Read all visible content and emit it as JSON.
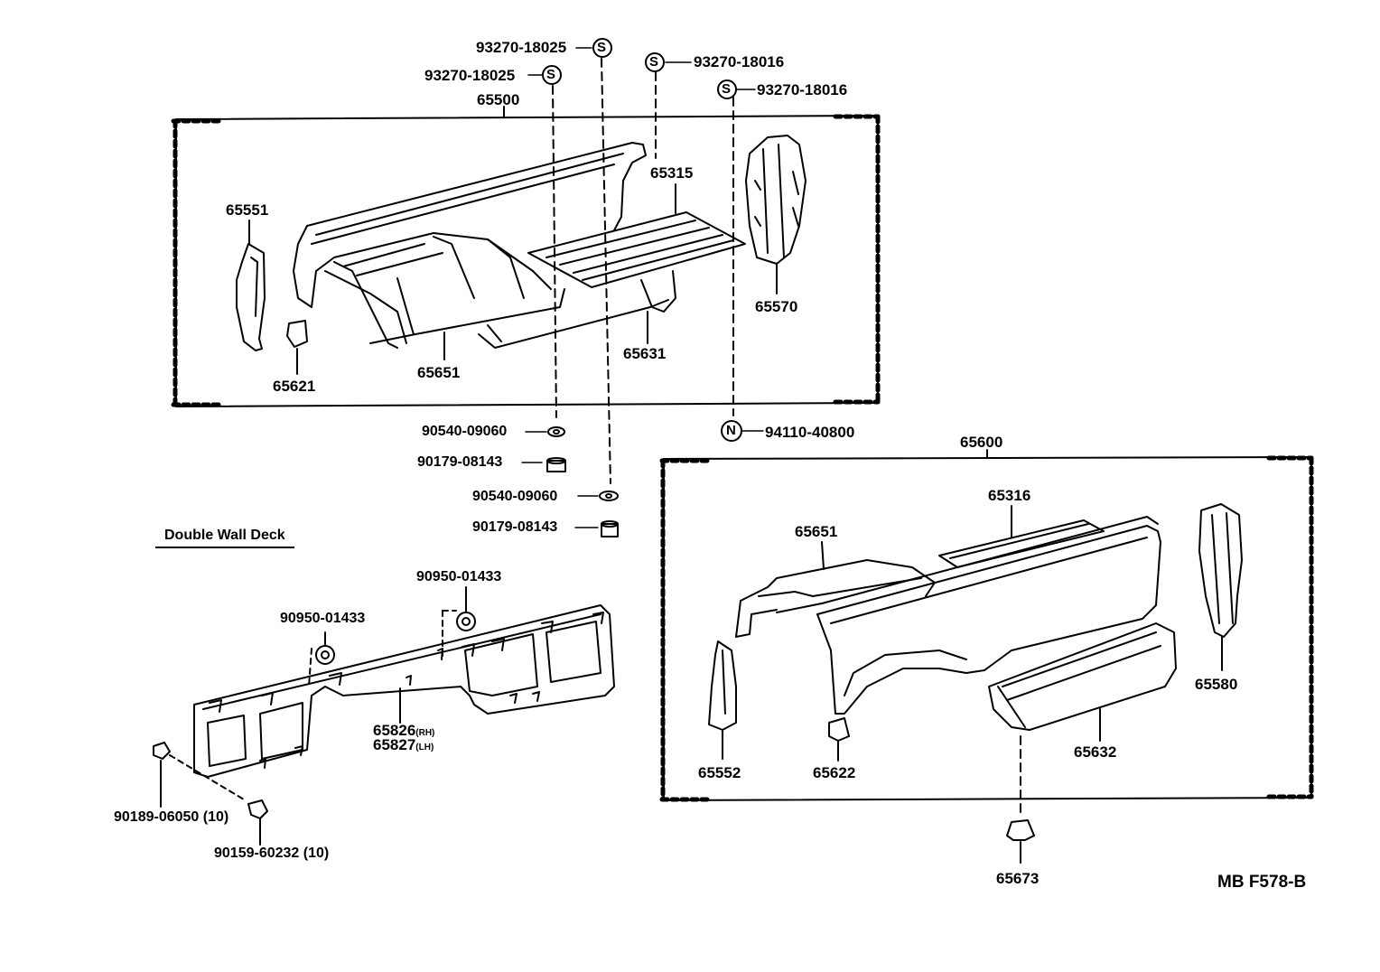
{
  "diagram": {
    "code": "MB F578-B",
    "caption": "Double Wall Deck",
    "assembly_left": "65500",
    "assembly_right": "65600",
    "parts": {
      "p93270_18025_a": "93270-18025",
      "p93270_18025_b": "93270-18025",
      "p93270_18016_a": "93270-18016",
      "p93270_18016_b": "93270-18016",
      "p65315": "65315",
      "p65551": "65551",
      "p65570": "65570",
      "p65621": "65621",
      "p65651_top": "65651",
      "p65631": "65631",
      "p90540_a": "90540-09060",
      "p90179_a": "90179-08143",
      "p90540_b": "90540-09060",
      "p90179_b": "90179-08143",
      "p94110": "94110-40800",
      "p65316": "65316",
      "p65651_bottom": "65651",
      "p65580": "65580",
      "p65552": "65552",
      "p65622": "65622",
      "p65632": "65632",
      "p65673": "65673",
      "p90950_a": "90950-01433",
      "p90950_b": "90950-01433",
      "p65826": "65826",
      "p65826_side": "(RH)",
      "p65827": "65827",
      "p65827_side": "(LH)",
      "p90189": "90189-06050 (10)",
      "p90159": "90159-60232 (10)"
    },
    "symbols": {
      "s": "S",
      "n": "N"
    }
  }
}
